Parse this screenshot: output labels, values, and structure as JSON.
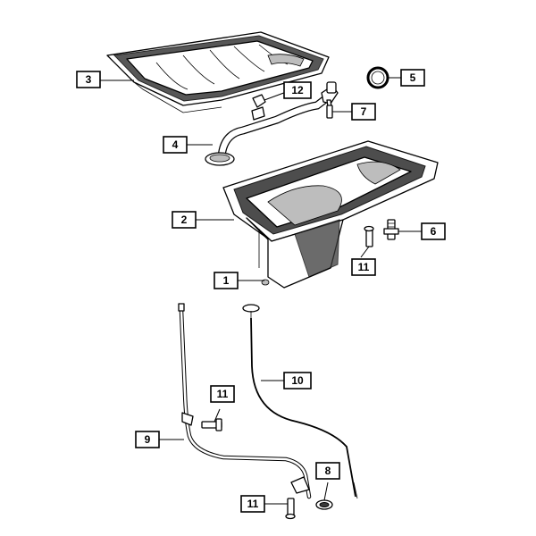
{
  "diagram": {
    "callouts": [
      {
        "id": "callout-1",
        "label": "1"
      },
      {
        "id": "callout-2",
        "label": "2"
      },
      {
        "id": "callout-3",
        "label": "3"
      },
      {
        "id": "callout-4",
        "label": "4"
      },
      {
        "id": "callout-5",
        "label": "5"
      },
      {
        "id": "callout-6",
        "label": "6"
      },
      {
        "id": "callout-7",
        "label": "7"
      },
      {
        "id": "callout-8",
        "label": "8"
      },
      {
        "id": "callout-9",
        "label": "9"
      },
      {
        "id": "callout-10",
        "label": "10"
      },
      {
        "id": "callout-11a",
        "label": "11"
      },
      {
        "id": "callout-11b",
        "label": "11"
      },
      {
        "id": "callout-11c",
        "label": "11"
      },
      {
        "id": "callout-12",
        "label": "12"
      }
    ]
  }
}
